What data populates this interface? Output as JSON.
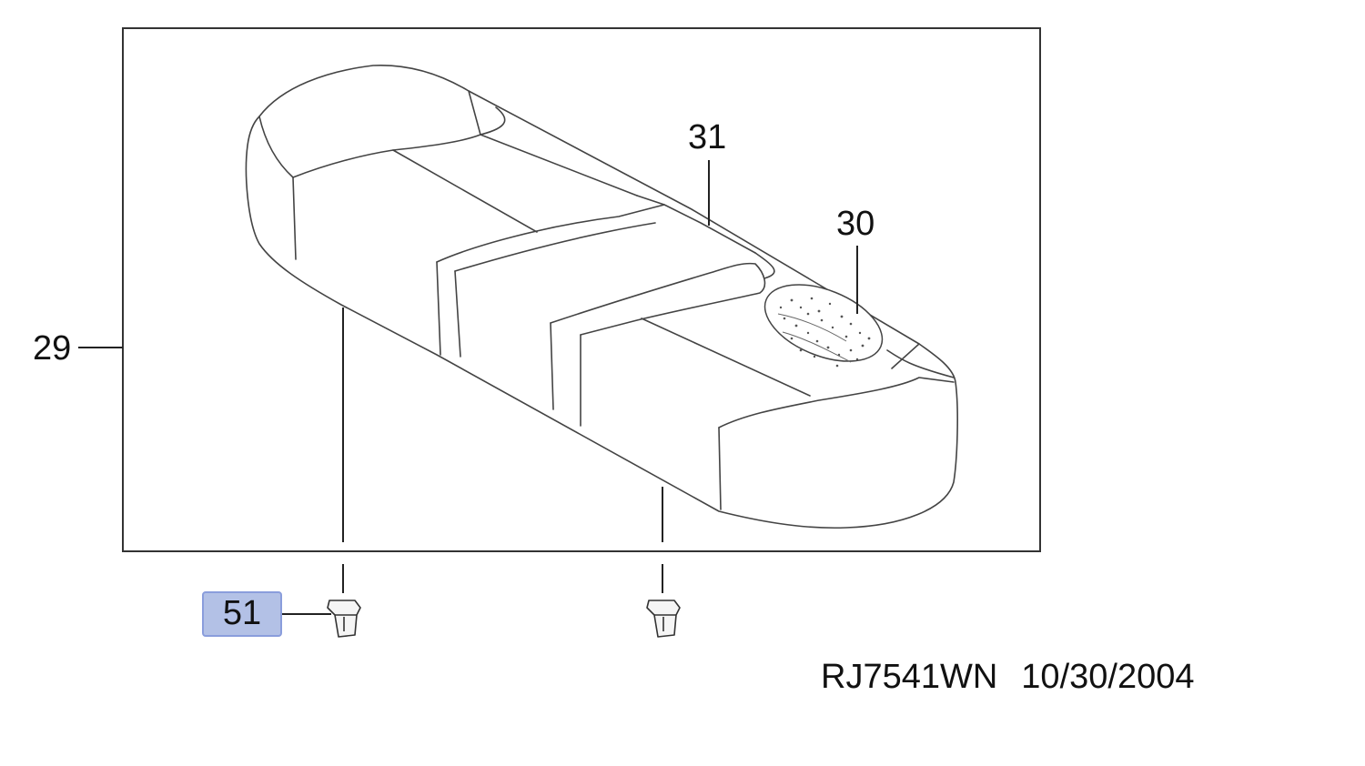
{
  "callouts": {
    "cushion": "29",
    "cover": "31",
    "pad": "30",
    "clip": "51"
  },
  "highlight_color": "#b3c1e6",
  "footer": {
    "code": "RJ7541WN",
    "date": "10/30/2004"
  }
}
